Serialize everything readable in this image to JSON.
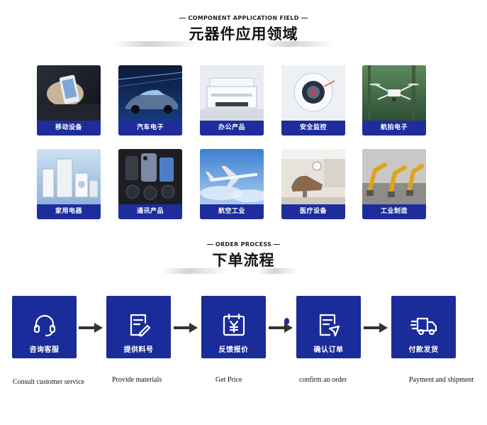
{
  "application_section": {
    "subtitle": "COMPONENT APPLICATION FIELD",
    "title": "元器件应用领域",
    "tiles": [
      {
        "label": "移动设备",
        "icon": "mobile-device-photo"
      },
      {
        "label": "汽车电子",
        "icon": "car-photo"
      },
      {
        "label": "办公产品",
        "icon": "printer-photo"
      },
      {
        "label": "安全监控",
        "icon": "camera-photo"
      },
      {
        "label": "航拍电子",
        "icon": "drone-photo"
      },
      {
        "label": "家用电器",
        "icon": "appliance-photo"
      },
      {
        "label": "通讯产品",
        "icon": "phone-photo"
      },
      {
        "label": "航空工业",
        "icon": "airplane-photo"
      },
      {
        "label": "医疗设备",
        "icon": "dental-chair-photo"
      },
      {
        "label": "工业制造",
        "icon": "robot-arm-photo"
      }
    ]
  },
  "order_section": {
    "subtitle": "ORDER PROCESS",
    "title": "下单流程",
    "steps": [
      {
        "label": "咨询客服",
        "caption": "Consult customer service",
        "icon": "headset-icon"
      },
      {
        "label": "提供料号",
        "caption": "Provide materials",
        "icon": "edit-document-icon"
      },
      {
        "label": "反馈报价",
        "caption": "Get Price",
        "icon": "price-calendar-icon"
      },
      {
        "label": "确认订单",
        "caption": "confirm an order",
        "icon": "confirm-document-icon"
      },
      {
        "label": "付款发货",
        "caption": "Payment and shipment",
        "icon": "delivery-truck-icon"
      }
    ]
  },
  "colors": {
    "tile_blue": "#1f2d9c",
    "step_blue": "#1a2b9a",
    "arrow": "#333333"
  }
}
